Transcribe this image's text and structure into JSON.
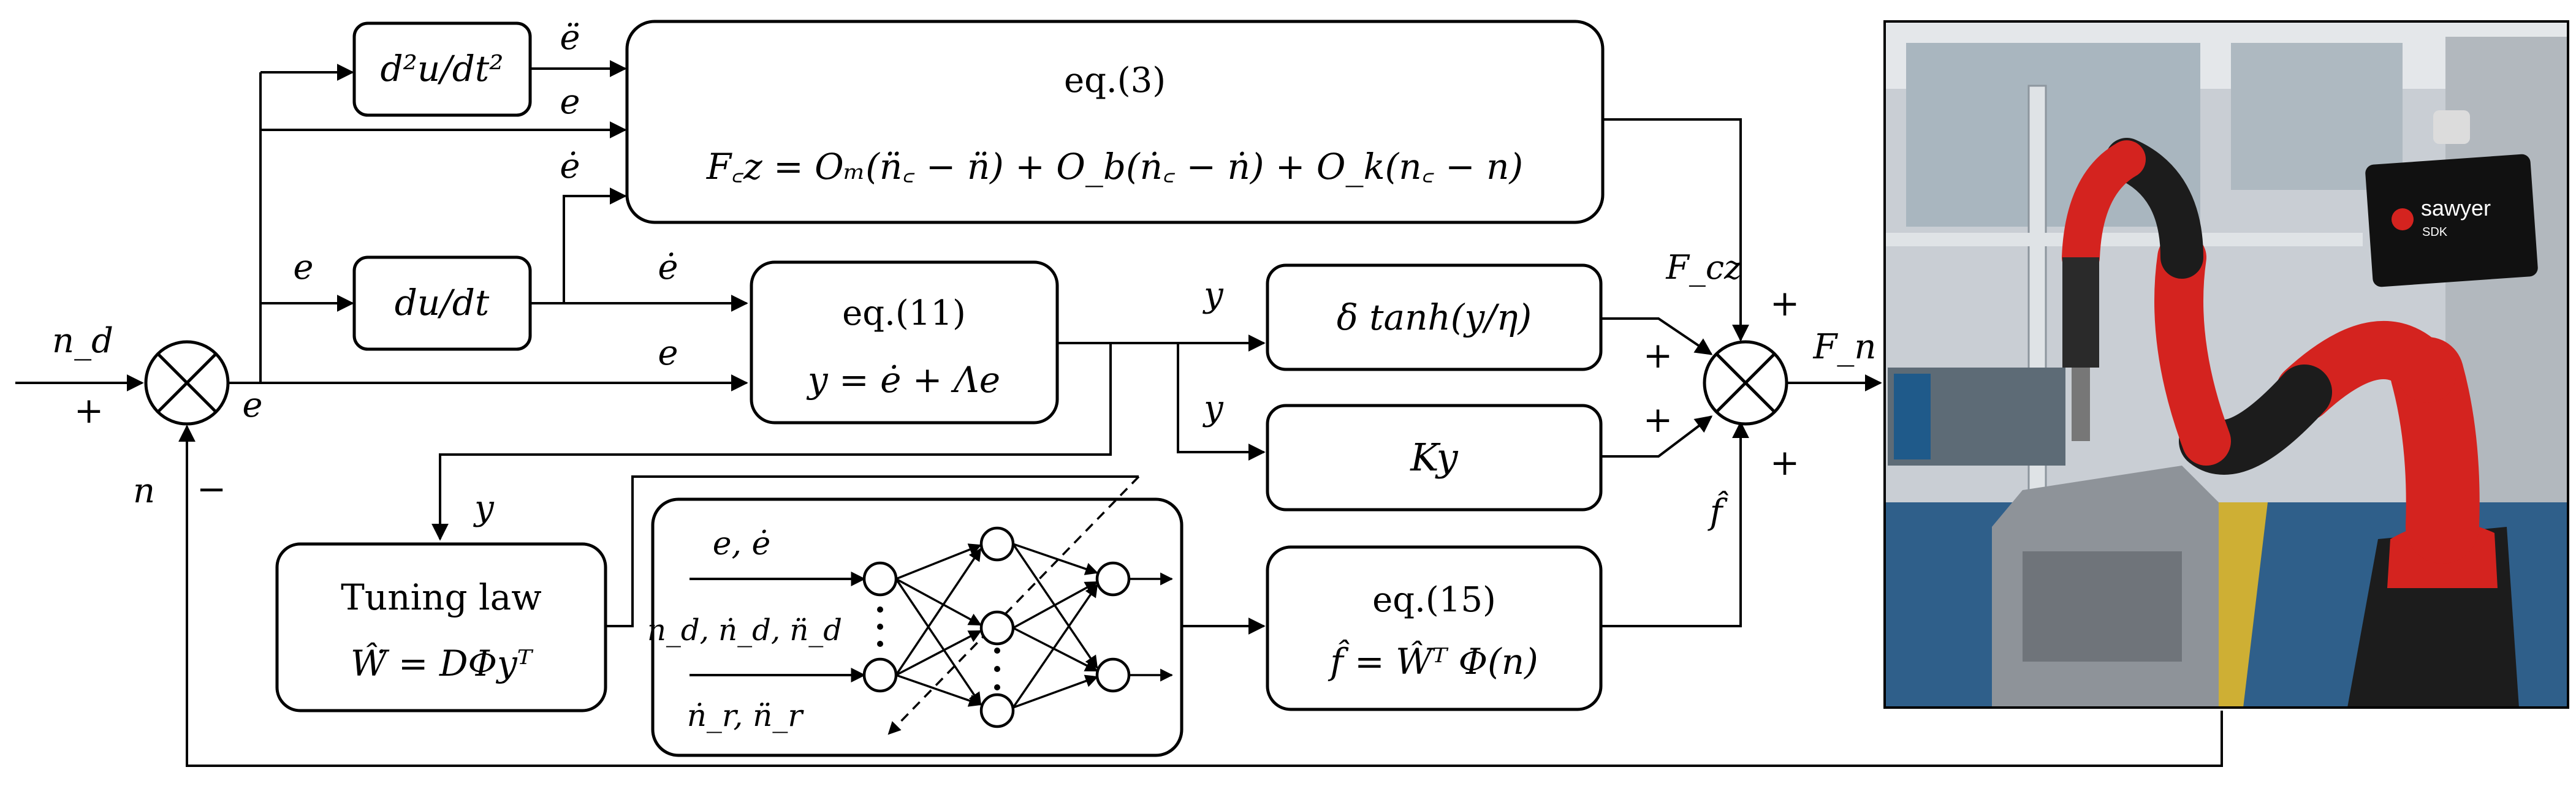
{
  "blocks": {
    "second_derivative": "d²u/dt²",
    "first_derivative": "du/dt",
    "eq3_title": "eq.(3)",
    "eq3_formula": "F꜀z = Oₘ(n̈꜀ − n̈) + O_b(ṅ꜀ − ṅ) + O_k(n꜀ − n)",
    "eq11_title": "eq.(11)",
    "eq11_formula": "y = ė + Λe",
    "tanh_block": "δ tanh(y/η)",
    "ky_block": "Ky",
    "tuning_title": "Tuning law",
    "tuning_formula": "Ŵ̇ = DΦyᵀ",
    "eq15_title": "eq.(15)",
    "eq15_formula": "f̂ = Ŵᵀ Φ(n)",
    "nn_input_1": "e, ė",
    "nn_input_2": "n_d, ṅ_d, n̈_d",
    "nn_input_3": "ṅ_r, n̈_r"
  },
  "signals": {
    "n_d": "n_d",
    "n": "n",
    "e_out": "e",
    "e_ddot": "ë",
    "e_top": "e",
    "e_dot_top": "ė",
    "e_to_du": "e",
    "e_dot_mid": "ė",
    "e_to_eq11": "e",
    "y_top": "y",
    "y_mid": "y",
    "y_tuning": "y",
    "F_cz": "F_cz",
    "F_n": "F_n",
    "f_hat": "f̂"
  },
  "signs": {
    "sum1_plus": "+",
    "sum1_minus": "−",
    "sum2_plus_top": "+",
    "sum2_plus_left1": "+",
    "sum2_plus_left2": "+",
    "sum2_plus_bottom": "+"
  },
  "photo": {
    "brand": "sawyer",
    "sub": "SDK",
    "colors": {
      "robot_red": "#d4231f",
      "robot_black": "#1c1c1c",
      "floor_blue": "#2f5f8a",
      "wall": "#c9ced4",
      "window": "#a9b6bf"
    }
  }
}
